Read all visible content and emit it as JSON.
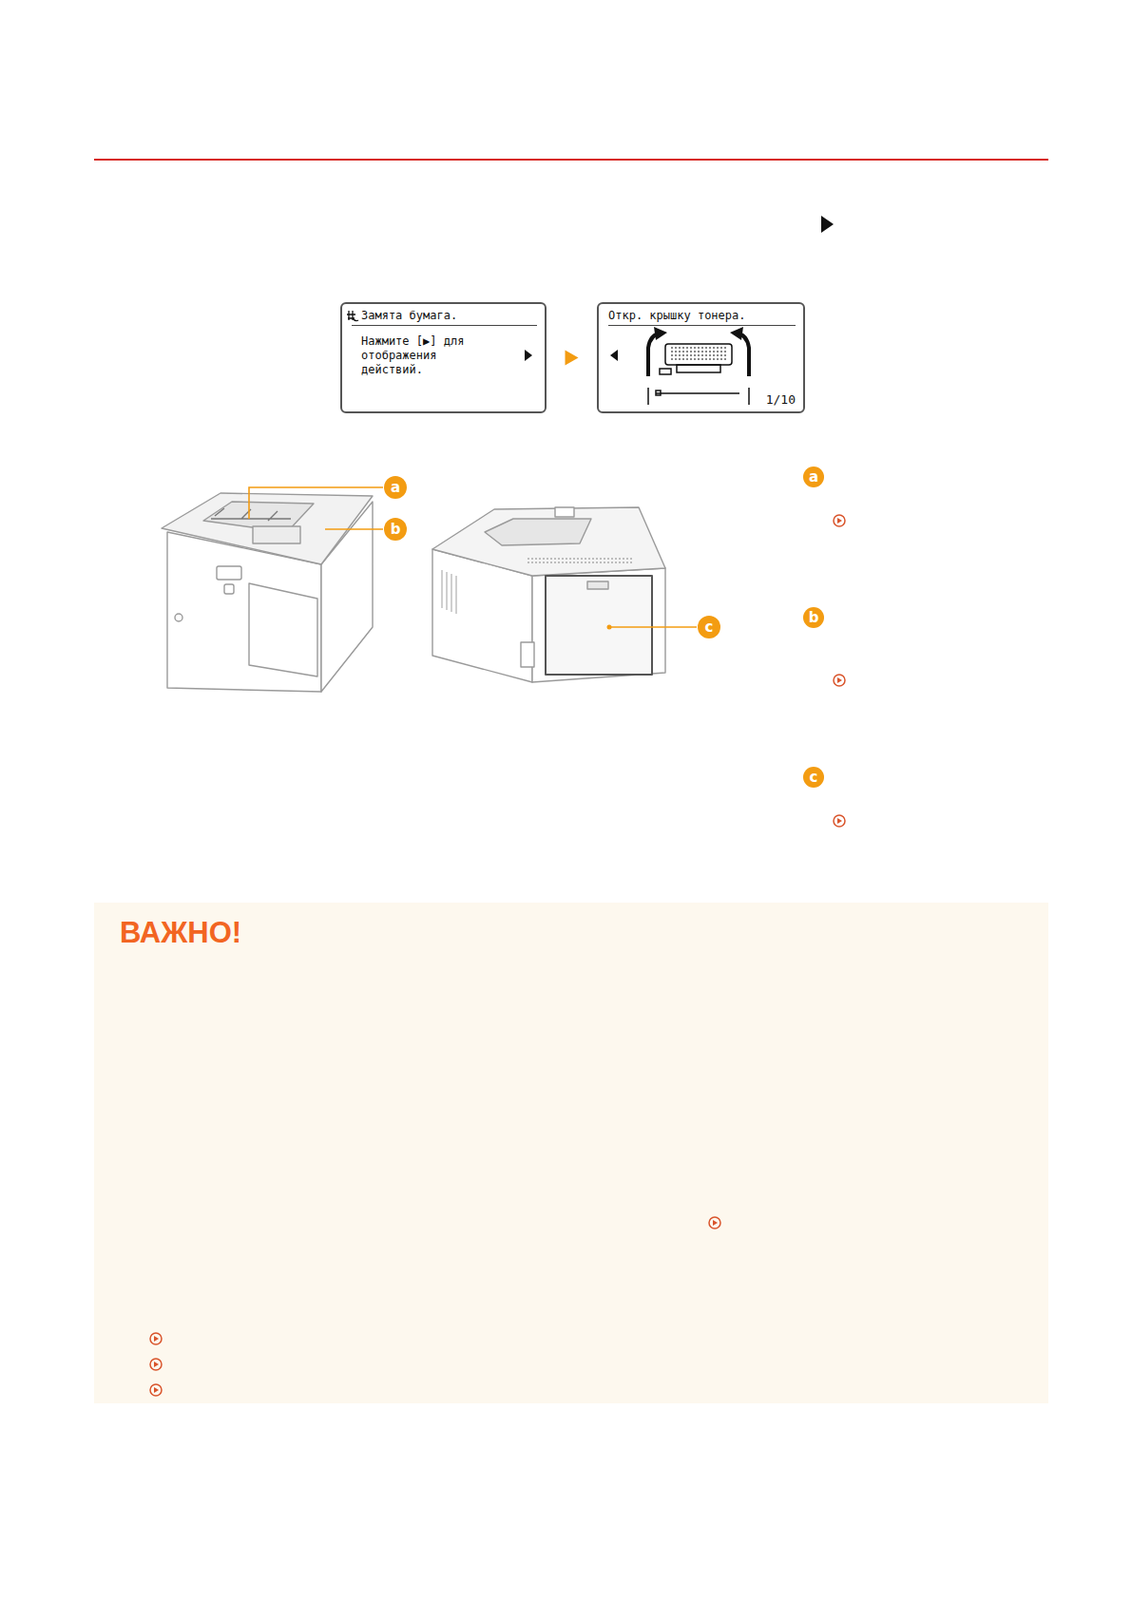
{
  "diagram": {
    "nodes": [
      {
        "text": [
          "Замята бумага.",
          "Нажмите [▶] для отображения действий."
        ]
      },
      {
        "text": [
          "Откр. крышку тонера.",
          "1/10"
        ]
      },
      {
        "text": [
          "a"
        ]
      },
      {
        "text": [
          "b"
        ]
      },
      {
        "text": [
          "c"
        ]
      },
      {
        "text": [
          "a"
        ]
      },
      {
        "text": [
          "b"
        ]
      },
      {
        "text": [
          "c"
        ]
      },
      {
        "text": [
          "ВАЖНО!"
        ]
      }
    ],
    "edges": [
      {
        "from": 0,
        "to": 1,
        "arrow": "to"
      }
    ]
  }
}
